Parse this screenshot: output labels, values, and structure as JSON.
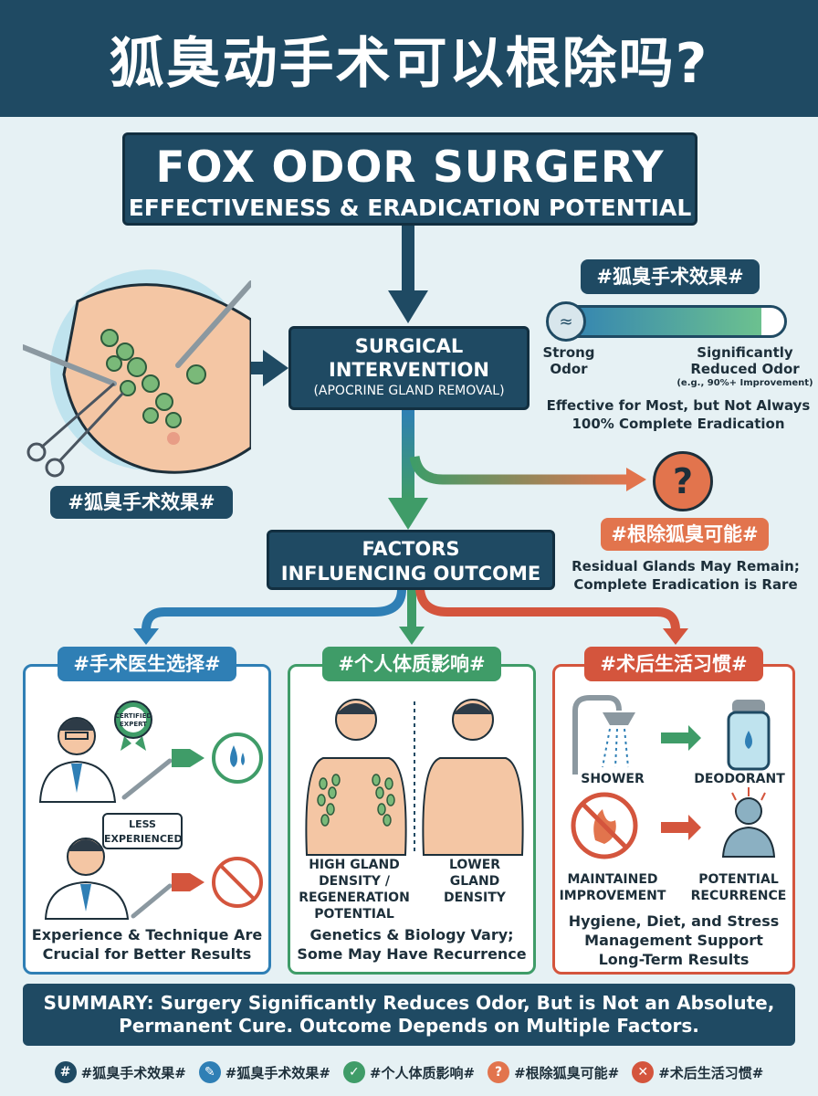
{
  "header": {
    "title": "狐臭动手术可以根除吗?"
  },
  "main_title": {
    "line1": "FOX ODOR SURGERY",
    "line2": "EFFECTIVENESS & ERADICATION POTENTIAL"
  },
  "illustration": {
    "tag": "#狐臭手术效果#"
  },
  "surgical": {
    "line1": "SURGICAL",
    "line2": "INTERVENTION",
    "line3": "(APOCRINE GLAND REMOVAL)"
  },
  "scale": {
    "tag": "#狐臭手术效果#",
    "improvement_percent": 90,
    "left_line1": "Strong",
    "left_line2": "Odor",
    "right_line1": "Significantly",
    "right_line2": "Reduced Odor",
    "right_note": "(e.g., 90%+ Improvement)",
    "caption_line1": "Effective for Most, but Not Always",
    "caption_line2": "100% Complete Eradication"
  },
  "eradication": {
    "symbol": "?",
    "tag": "#根除狐臭可能#",
    "caption_line1": "Residual Glands May Remain;",
    "caption_line2": "Complete Eradication is Rare"
  },
  "factors": {
    "line1": "FACTORS",
    "line2": "INFLUENCING OUTCOME"
  },
  "surgeon": {
    "tag": "#手术医生选择#",
    "badge_line1": "CERTIFIED",
    "badge_line2": "EXPERT",
    "speech_line1": "LESS",
    "speech_line2": "EXPERIENCED",
    "caption_line1": "Experience & Technique Are",
    "caption_line2": "Crucial for Better Results"
  },
  "constitution": {
    "tag": "#个人体质影响#",
    "left_line1": "HIGH GLAND",
    "left_line2": "DENSITY /",
    "left_line3": "REGENERATION",
    "left_line4": "POTENTIAL",
    "right_line1": "LOWER",
    "right_line2": "GLAND",
    "right_line3": "DENSITY",
    "caption_line1": "Genetics & Biology Vary;",
    "caption_line2": "Some May Have Recurrence"
  },
  "lifestyle": {
    "tag": "#术后生活习惯#",
    "shower": "SHOWER",
    "deodorant": "DEODORANT",
    "maintained_line1": "MAINTAINED",
    "maintained_line2": "IMPROVEMENT",
    "recurrence_line1": "POTENTIAL",
    "recurrence_line2": "RECURRENCE",
    "caption_line1": "Hygiene, Diet, and Stress",
    "caption_line2": "Management Support",
    "caption_line3": "Long-Term Results"
  },
  "summary": {
    "line1": "SUMMARY: Surgery Significantly Reduces Odor, But is Not an Absolute,",
    "line2": "Permanent Cure. Outcome Depends on Multiple Factors."
  },
  "footer": [
    {
      "icon": "#",
      "label": "#狐臭手术效果#",
      "color": "#1f4a63"
    },
    {
      "icon": "✎",
      "label": "#狐臭手术效果#",
      "color": "#2f7fb5"
    },
    {
      "icon": "✓",
      "label": "#个人体质影响#",
      "color": "#3f9c68"
    },
    {
      "icon": "?",
      "label": "#根除狐臭可能#",
      "color": "#e2744d"
    },
    {
      "icon": "✕",
      "label": "#术后生活习惯#",
      "color": "#d4553d"
    }
  ],
  "colors": {
    "navy": "#1f4a63",
    "blue": "#2f7fb5",
    "green": "#3f9c68",
    "orange": "#e2744d",
    "red": "#d4553d"
  }
}
